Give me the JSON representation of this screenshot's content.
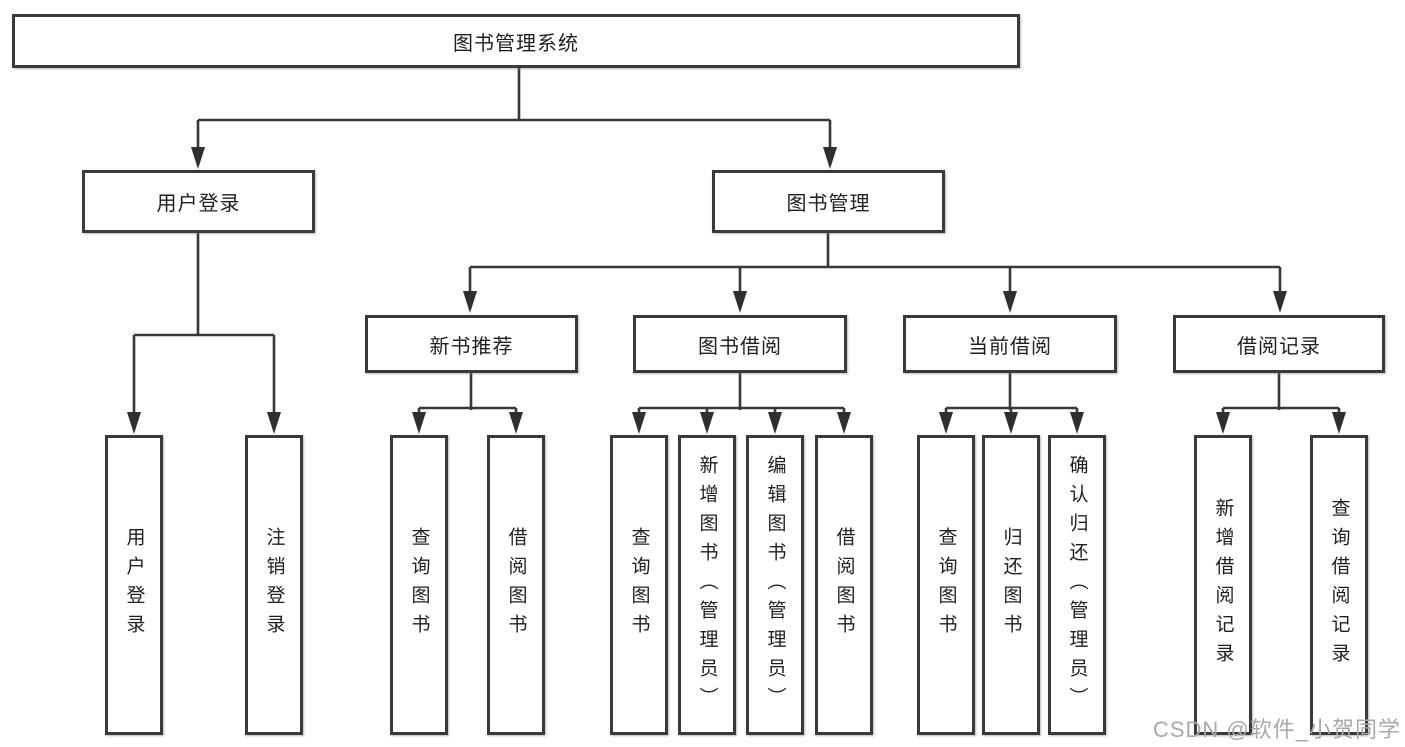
{
  "diagram": {
    "root": "图书管理系统",
    "branches": [
      {
        "label": "用户登录",
        "children": [
          "用户登录",
          "注销登录"
        ]
      },
      {
        "label": "图书管理",
        "sections": [
          {
            "label": "新书推荐",
            "children": [
              "查询图书",
              "借阅图书"
            ]
          },
          {
            "label": "图书借阅",
            "children": [
              "查询图书",
              "新增图书（管理员）",
              "编辑图书（管理员）",
              "借阅图书"
            ]
          },
          {
            "label": "当前借阅",
            "children": [
              "查询图书",
              "归还图书",
              "确认归还（管理员）"
            ]
          },
          {
            "label": "借阅记录",
            "children": [
              "新增借阅记录",
              "查询借阅记录"
            ]
          }
        ]
      }
    ]
  },
  "watermark": {
    "text": "CSDN @软件_小贺同学"
  },
  "colors": {
    "line": "#383838",
    "box_border": "#3a3a3a",
    "box_background": "#ffffff",
    "text": "#1f1f1f",
    "watermark": "#a9a9a9"
  }
}
